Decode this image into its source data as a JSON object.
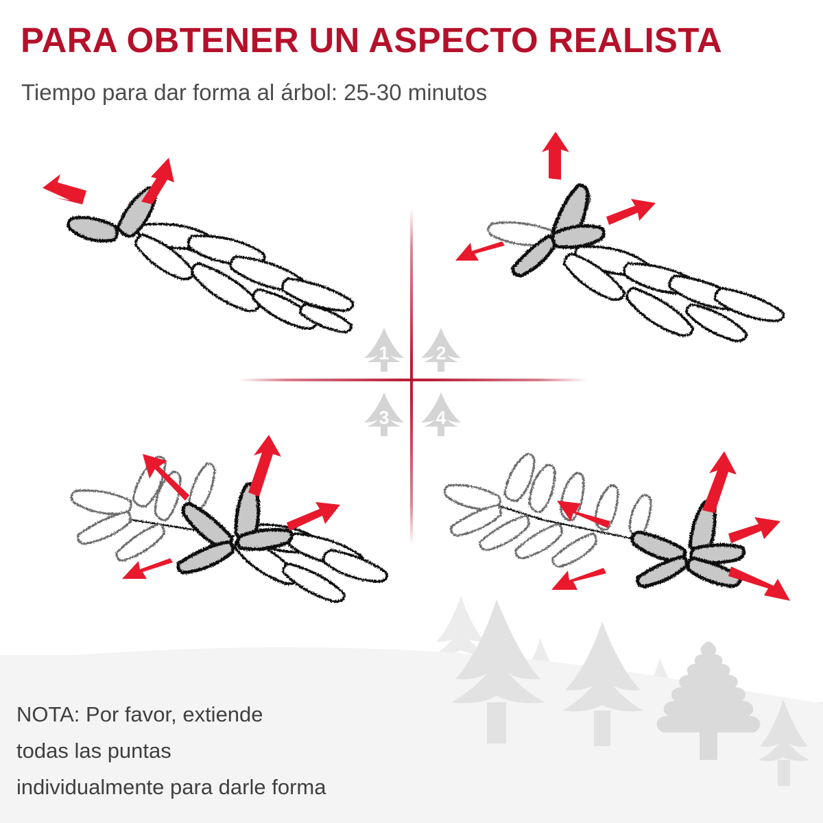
{
  "header": {
    "title": "PARA OBTENER UN ASPECTO REALISTA",
    "subtitle": "Tiempo para dar forma al árbol: 25-30 minutos",
    "title_color": "#b5112a",
    "subtitle_color": "#4c4c4c"
  },
  "steps": [
    {
      "number": "1",
      "icon": "christmas-tree-icon",
      "sprigs_highlighted": 2,
      "arrows": 2,
      "arrow_directions": [
        "up-right",
        "left"
      ]
    },
    {
      "number": "2",
      "icon": "christmas-tree-icon",
      "sprigs_highlighted": 3,
      "arrows": 3,
      "arrow_directions": [
        "up",
        "right",
        "down-left"
      ]
    },
    {
      "number": "3",
      "icon": "christmas-tree-icon",
      "sprigs_highlighted": 4,
      "arrows": 4,
      "arrow_directions": [
        "up-left",
        "up-right",
        "right",
        "down-left"
      ]
    },
    {
      "number": "4",
      "icon": "christmas-tree-icon",
      "sprigs_highlighted": 5,
      "arrows": 5,
      "arrow_directions": [
        "up-left",
        "up-right",
        "right",
        "down-left",
        "down-right"
      ]
    }
  ],
  "note": {
    "lines": [
      "NOTA: Por favor, extiende",
      "todas las puntas",
      "individualmente para darle forma"
    ],
    "background_color": "#f4f4f4",
    "text_color": "#3f3f3f"
  },
  "colors": {
    "page_background": "#ffffff",
    "arrow_red": "#e8192c",
    "crosshair_red": "#b5112a",
    "sprig_gray_fill": "#c8c8c8",
    "sprig_outline": "#111111",
    "badge_tree_gray": "#d4d4d4",
    "scenery_gray": "#e2e2e2",
    "snow_gray": "#f4f4f4"
  },
  "scenery": {
    "icon": "pine-forest-silhouette",
    "tree_count": 11
  }
}
